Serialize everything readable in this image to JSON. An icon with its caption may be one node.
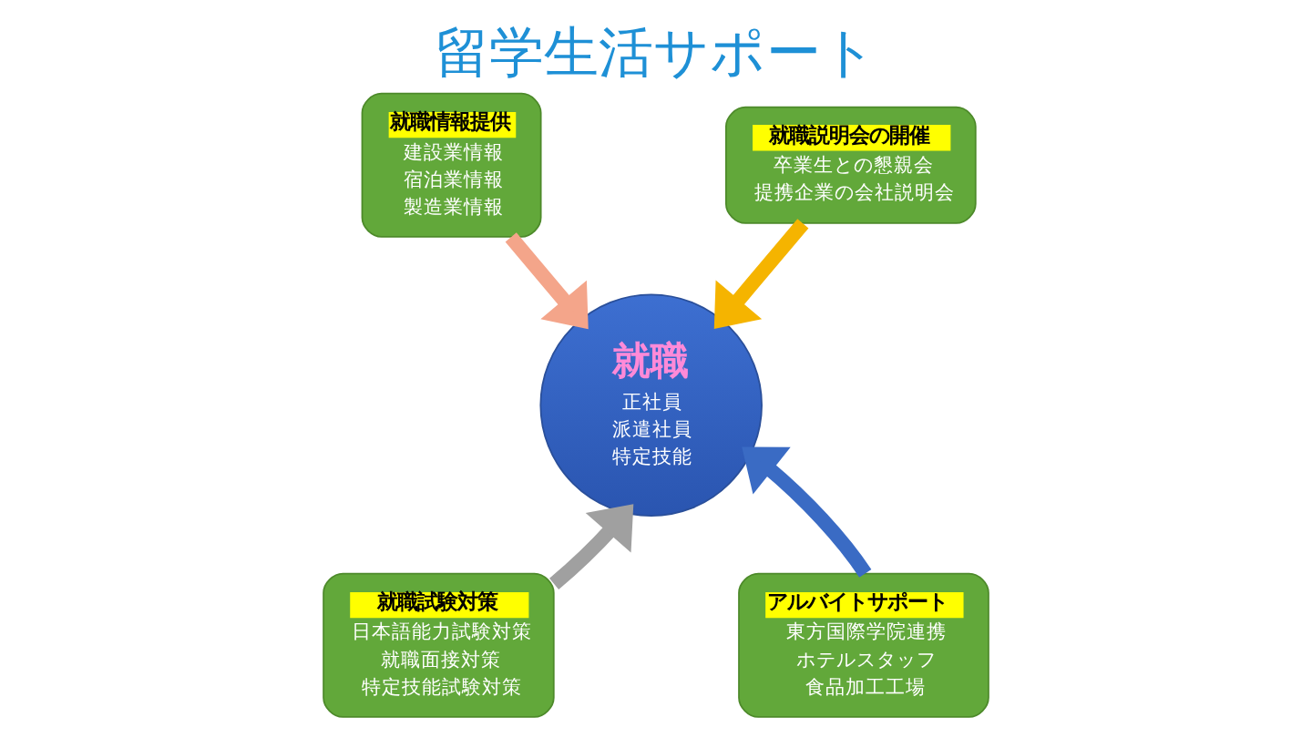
{
  "diagram": {
    "title": "留学生活サポート",
    "nodes": [
      {
        "text": [
          "就職情報提供",
          "建設業情報",
          "宿泊業情報",
          "製造業情報"
        ]
      },
      {
        "text": [
          "就職説明会の開催",
          "卒業生との懇親会",
          "提携企業の会社説明会"
        ]
      },
      {
        "text": [
          "就職",
          "正社員",
          "派遣社員",
          "特定技能"
        ]
      },
      {
        "text": [
          "就職試験対策",
          "日本語能力試験対策",
          "就職面接対策",
          "特定技能試験対策"
        ]
      },
      {
        "text": [
          "アルバイトサポート",
          "東方国際学院連携",
          "ホテルスタッフ",
          "食品加工工場"
        ]
      }
    ],
    "edges": [
      {
        "from": 0,
        "to": 2,
        "arrow": "to",
        "color": "#f4a58a"
      },
      {
        "from": 1,
        "to": 2,
        "arrow": "to",
        "color": "#f5b400"
      },
      {
        "from": 3,
        "to": 2,
        "arrow": "to",
        "color": "#a0a0a0"
      },
      {
        "from": 4,
        "to": 2,
        "arrow": "to",
        "color": "#3a6bc4"
      }
    ]
  }
}
